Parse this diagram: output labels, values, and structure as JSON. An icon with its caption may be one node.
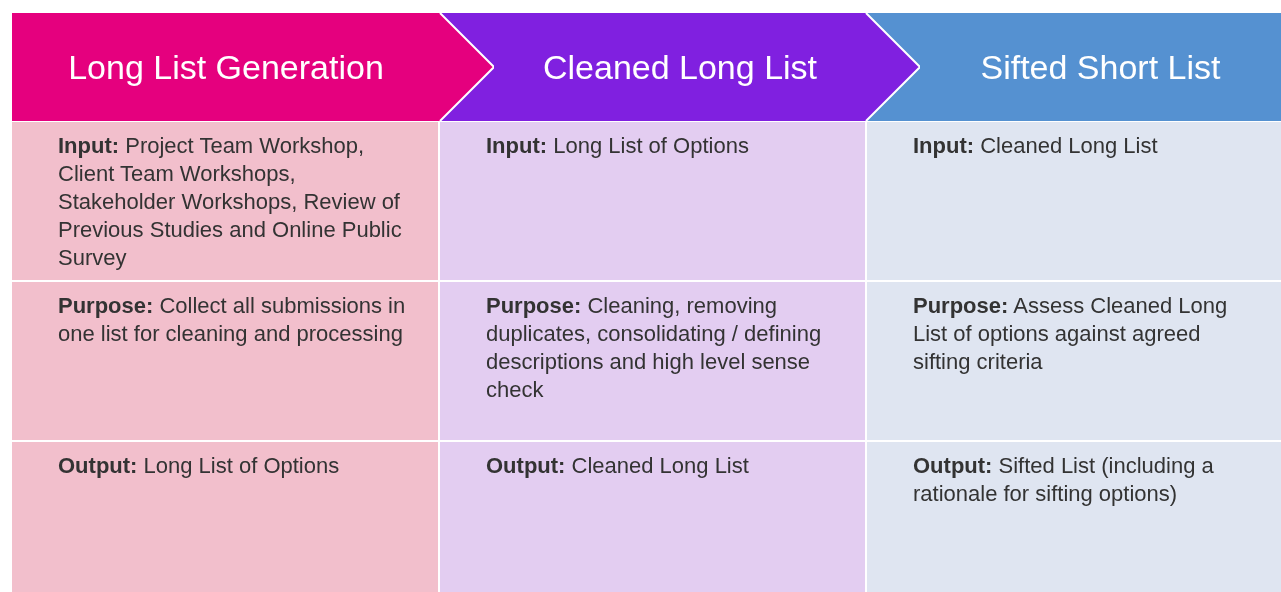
{
  "diagram": {
    "nodes": [
      {
        "text": [
          "Long List Generation"
        ]
      },
      {
        "text": [
          "Cleaned Long List"
        ]
      },
      {
        "text": [
          "Sifted Short List"
        ]
      },
      {
        "text": [
          "**Input:** Project Team Workshop, Client Team Workshops, Stakeholder Workshops, Review of Previous Studies and Online Public Survey"
        ]
      },
      {
        "text": [
          "**Input:** Long List of Options"
        ]
      },
      {
        "text": [
          "**Input:** Cleaned Long List"
        ]
      },
      {
        "text": [
          "**Purpose:** Collect all submissions in one list for cleaning and processing"
        ]
      },
      {
        "text": [
          "**Purpose:** Cleaning, removing duplicates, consolidating / defining descriptions and high level sense check"
        ]
      },
      {
        "text": [
          "**Purpose:** Assess Cleaned Long List of options against agreed sifting criteria"
        ]
      },
      {
        "text": [
          "**Output:** Long List of Options"
        ]
      },
      {
        "text": [
          "**Output:** Cleaned Long List"
        ]
      },
      {
        "text": [
          "**Output:** Sifted List (including a rationale for sifting options)"
        ]
      }
    ]
  }
}
